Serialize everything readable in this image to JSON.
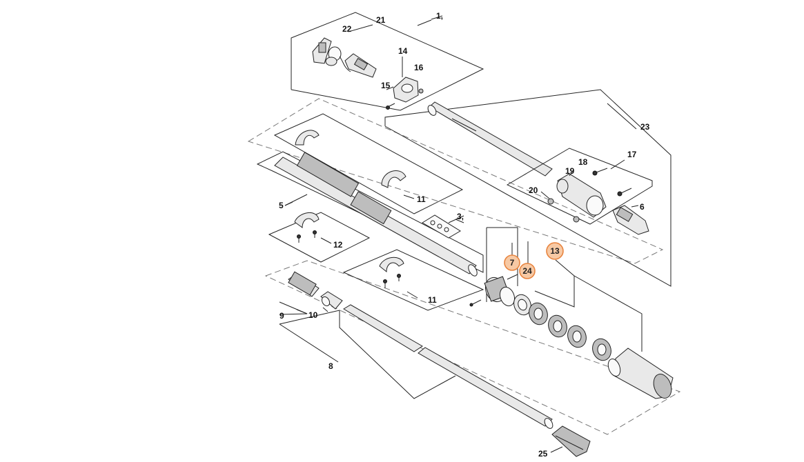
{
  "diagram": {
    "labels": {
      "p1": "1,",
      "p3": "3,",
      "p5": "5",
      "p6": "6",
      "p7": "7",
      "p8": "8",
      "p9": "9",
      "p10": "10",
      "p11a": "11",
      "p11b": "11",
      "p12": "12",
      "p13": "13",
      "p14": "14",
      "p15": "15",
      "p16": "16",
      "p17": "17",
      "p18": "18",
      "p19": "19",
      "p20": "20",
      "p21": "21",
      "p22": "22",
      "p23": "23",
      "p24": "24",
      "p25": "25"
    },
    "highlighted_parts": [
      "7",
      "24",
      "13"
    ],
    "highlight_color": "#f7c9a4",
    "highlight_border_color": "#e8843f"
  }
}
